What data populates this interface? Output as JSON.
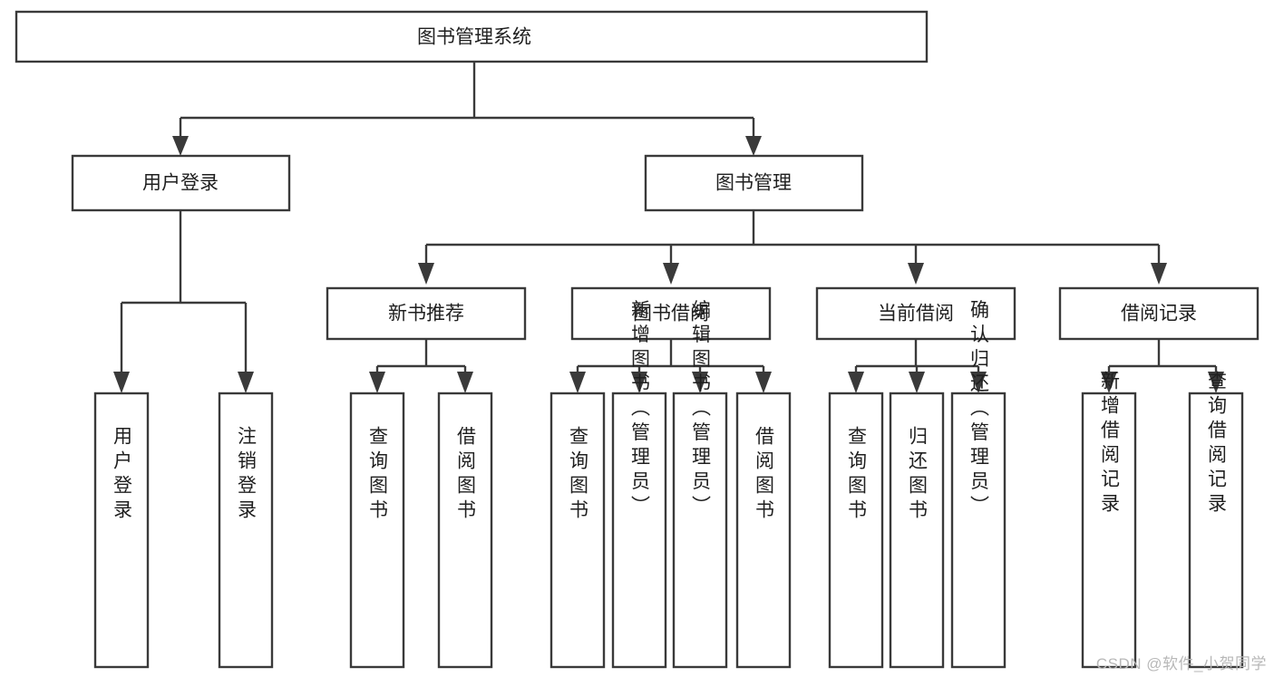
{
  "diagram": {
    "type": "tree",
    "title": "图书管理系统",
    "orientation": "top-down",
    "colors": {
      "box_stroke": "#3a3a3a",
      "box_fill": "#ffffff",
      "connector": "#3a3a3a",
      "text": "#1f1f1f",
      "watermark": "#b8b8b8",
      "background": "#ffffff"
    },
    "root": {
      "label": "图书管理系统",
      "children": [
        {
          "label": "用户登录",
          "children": [
            {
              "label": "用户登录"
            },
            {
              "label": "注销登录"
            }
          ]
        },
        {
          "label": "图书管理",
          "children": [
            {
              "label": "新书推荐",
              "children": [
                {
                  "label": "查询图书"
                },
                {
                  "label": "借阅图书"
                }
              ]
            },
            {
              "label": "图书借阅",
              "children": [
                {
                  "label": "查询图书"
                },
                {
                  "label": "新增图书（管理员）"
                },
                {
                  "label": "编辑图书（管理员）"
                },
                {
                  "label": "借阅图书"
                }
              ]
            },
            {
              "label": "当前借阅",
              "children": [
                {
                  "label": "查询图书"
                },
                {
                  "label": "归还图书"
                },
                {
                  "label": "确认归还（管理员）"
                }
              ]
            },
            {
              "label": "借阅记录",
              "children": [
                {
                  "label": "新增借阅记录"
                },
                {
                  "label": "查询借阅记录"
                }
              ]
            }
          ]
        }
      ]
    }
  },
  "nodes": {
    "root": "图书管理系统",
    "user_login": "用户登录",
    "book_manage": "图书管理",
    "leaf_user_login": "用户登录",
    "leaf_logout": "注销登录",
    "new_book_rec": "新书推荐",
    "nbr_query": "查询图书",
    "nbr_borrow": "借阅图书",
    "book_borrow": "图书借阅",
    "bb_query": "查询图书",
    "bb_add": "新增图书（管理员）",
    "bb_edit": "编辑图书（管理员）",
    "bb_borrow": "借阅图书",
    "current_borrow": "当前借阅",
    "cb_query": "查询图书",
    "cb_return": "归还图书",
    "cb_confirm": "确认归还（管理员）",
    "borrow_record": "借阅记录",
    "br_add": "新增借阅记录",
    "br_query": "查询借阅记录"
  },
  "watermark": {
    "text": "CSDN @软件_小贺同学"
  }
}
